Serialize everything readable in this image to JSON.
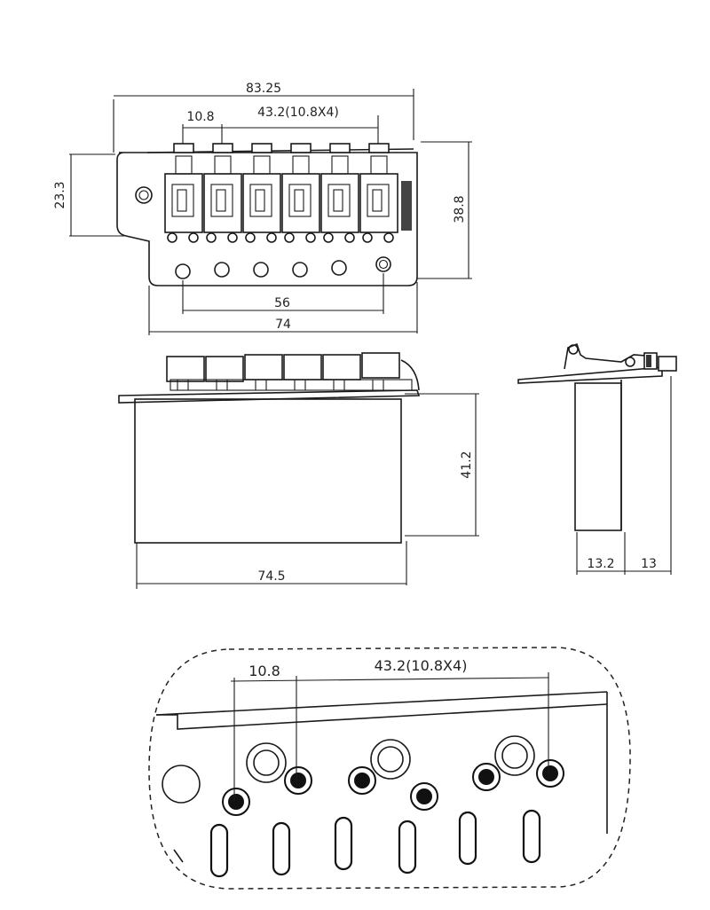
{
  "top_view": {
    "overall_width": "83.25",
    "saddle_pitch": "10.8",
    "saddle_span": "43.2(10.8X4)",
    "ear_height": "23.3",
    "plate_depth": "38.8",
    "outer_hole_spacing": "56",
    "plate_width": "74"
  },
  "front_view": {
    "block_height": "41.2",
    "block_width": "74.5"
  },
  "side_view": {
    "dim_left": "13.2",
    "dim_right": "13"
  },
  "detail_view": {
    "saddle_pitch": "10.8",
    "saddle_span": "43.2(10.8X4)"
  }
}
